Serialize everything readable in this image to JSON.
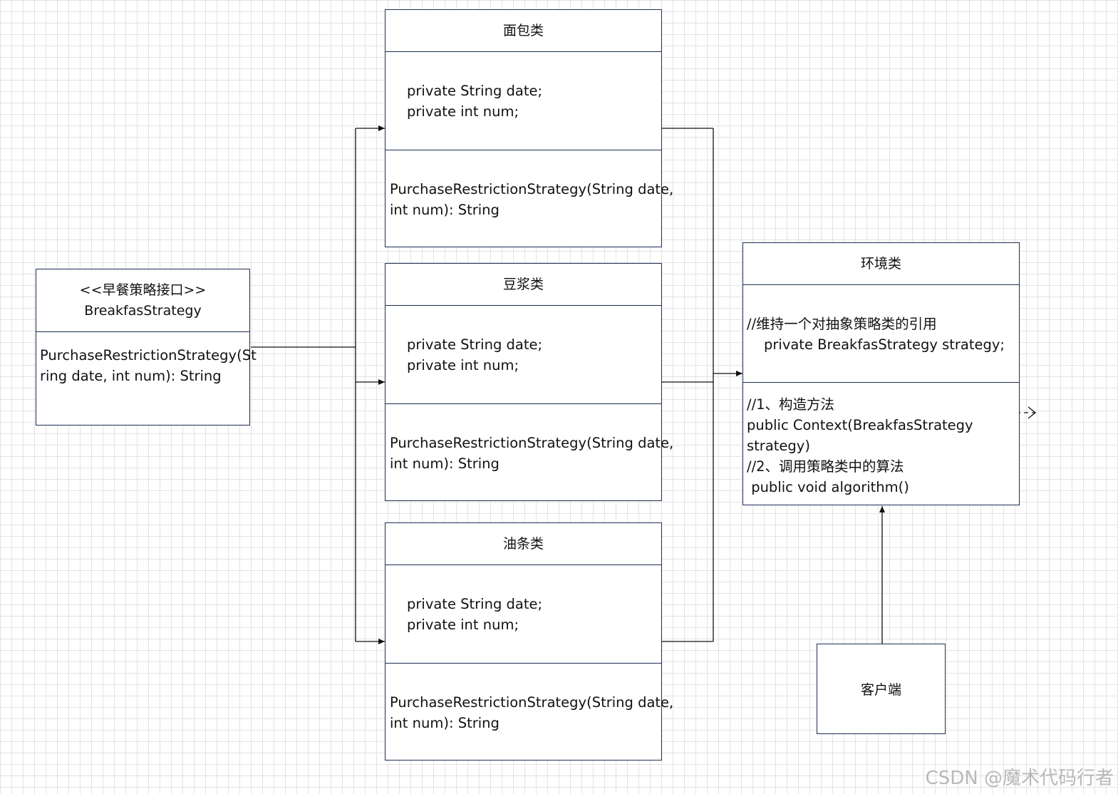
{
  "interface": {
    "stereotype": "<<早餐策略接口>>",
    "name": "BreakfasStrategy",
    "method_lines": [
      "PurchaseRestrictionStrategy(St",
      "ring date, int num): String"
    ]
  },
  "bread": {
    "name": "面包类",
    "fields": [
      "private String date;",
      "private int num;"
    ],
    "method_lines": [
      "PurchaseRestrictionStrategy(String date,",
      "int num): String"
    ]
  },
  "soy": {
    "name": "豆浆类",
    "fields": [
      "private String date;",
      "private int num;"
    ],
    "method_lines": [
      "PurchaseRestrictionStrategy(String date,",
      "int num): String"
    ]
  },
  "youtiao": {
    "name": "油条类",
    "fields": [
      "private String date;",
      "private int num;"
    ],
    "method_lines": [
      "PurchaseRestrictionStrategy(String date,",
      "int num): String"
    ]
  },
  "context": {
    "name": "环境类",
    "field_lines": [
      "//维持一个对抽象策略类的引用",
      "private BreakfasStrategy strategy;"
    ],
    "method_lines": [
      "//1、构造方法",
      "public Context(BreakfasStrategy",
      "strategy)",
      "//2、调用策略类中的算法",
      " public void algorithm()"
    ]
  },
  "client": {
    "name": "客户端"
  },
  "watermark": "CSDN @魔术代码行者"
}
